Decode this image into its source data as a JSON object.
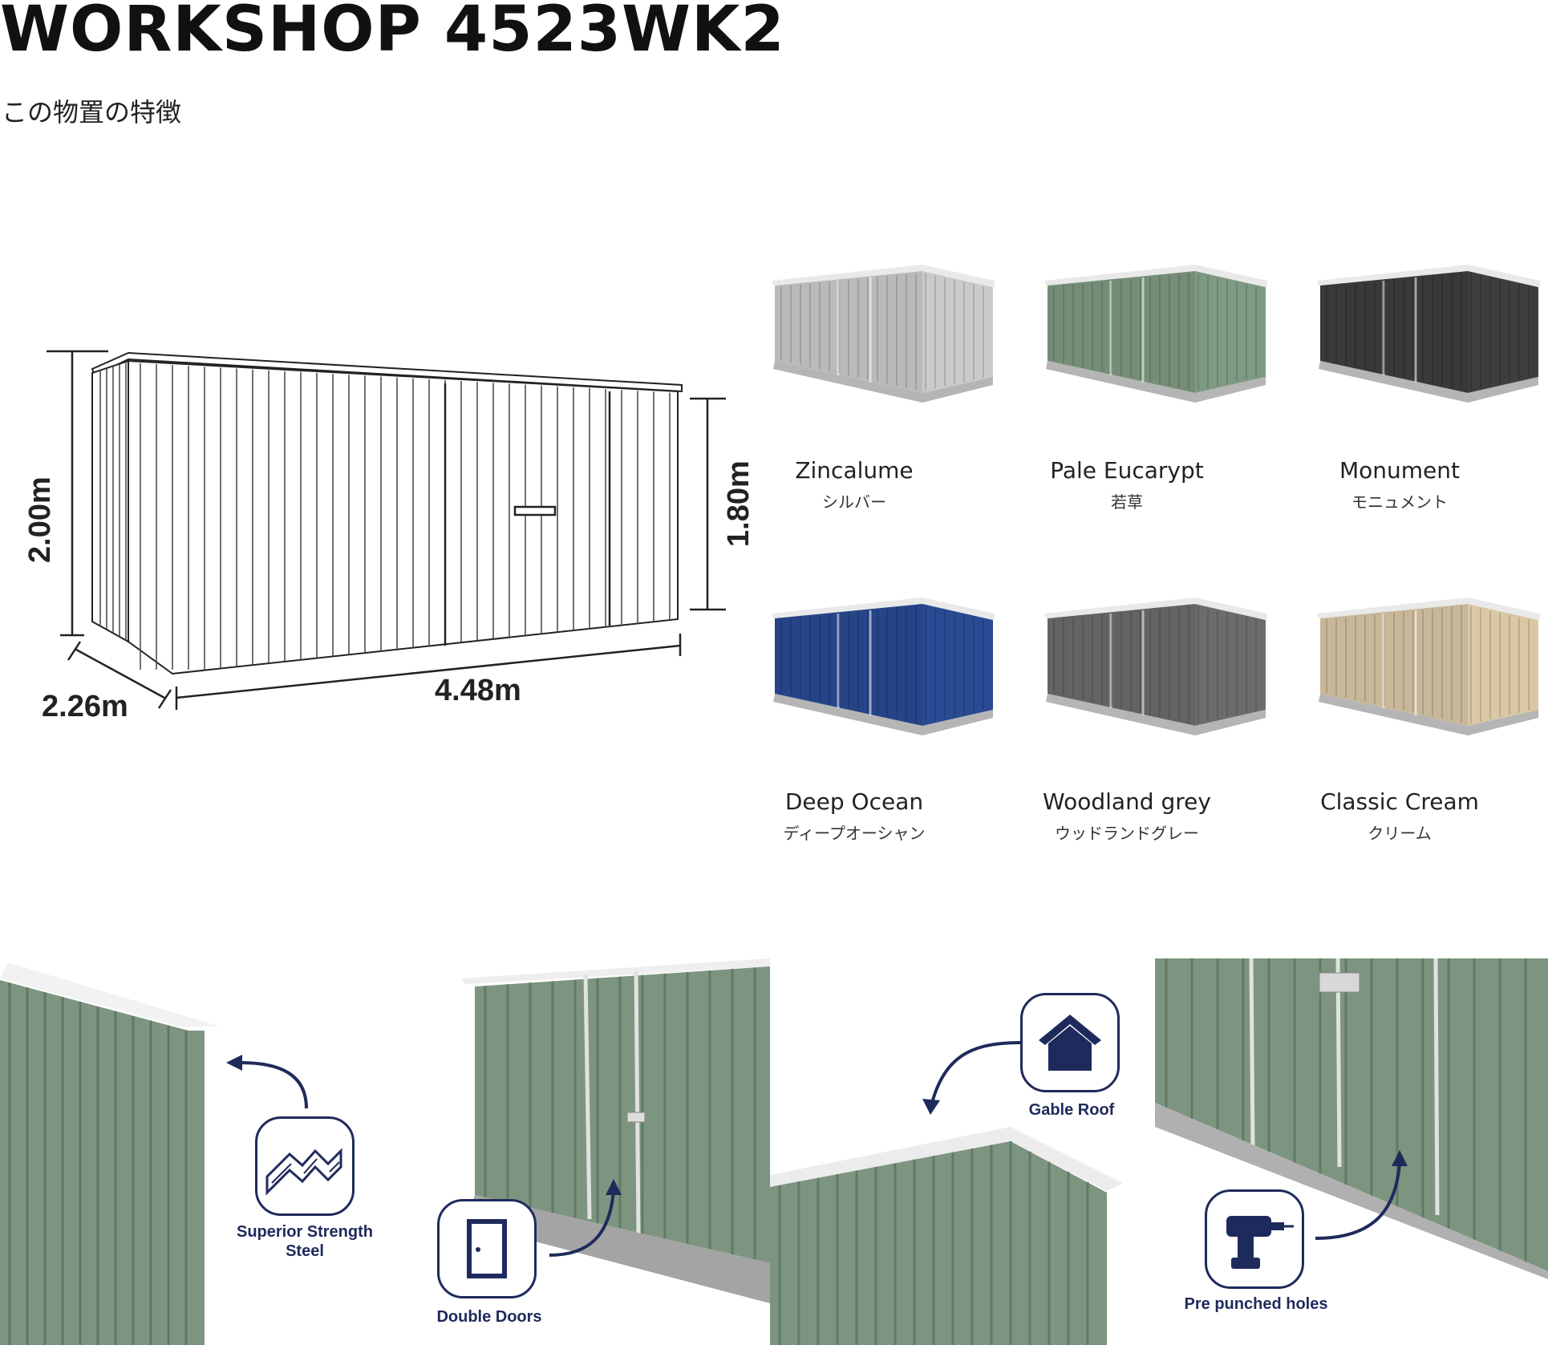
{
  "header": {
    "title": "WORKSHOP 4523WK2",
    "subtitle": "この物置の特徴"
  },
  "dimensions": {
    "height_total": "2.00m",
    "door_height": "1.80m",
    "depth": "2.26m",
    "width": "4.48m"
  },
  "colors": [
    {
      "name": "Zincalume",
      "jp": "シルバー",
      "hex": "#c9cacb"
    },
    {
      "name": "Pale Eucarypt",
      "jp": "若草",
      "hex": "#7f9a82"
    },
    {
      "name": "Monument",
      "jp": "モニュメント",
      "hex": "#3d3e40"
    },
    {
      "name": "Deep Ocean",
      "jp": "ディープオーシャン",
      "hex": "#2a4a93"
    },
    {
      "name": "Woodland grey",
      "jp": "ウッドランドグレー",
      "hex": "#6b6d6d"
    },
    {
      "name": "Classic Cream",
      "jp": "クリーム",
      "hex": "#d9c7a5"
    }
  ],
  "features": [
    {
      "label_line1": "Superior Strength",
      "label_line2": "Steel",
      "icon": "corrugated-steel-icon"
    },
    {
      "label_line1": "Double Doors",
      "label_line2": "",
      "icon": "door-icon"
    },
    {
      "label_line1": "Gable Roof",
      "label_line2": "",
      "icon": "house-roof-icon"
    },
    {
      "label_line1": "Pre punched holes",
      "label_line2": "",
      "icon": "drill-icon"
    }
  ],
  "accent_color": "#1f2a5c"
}
